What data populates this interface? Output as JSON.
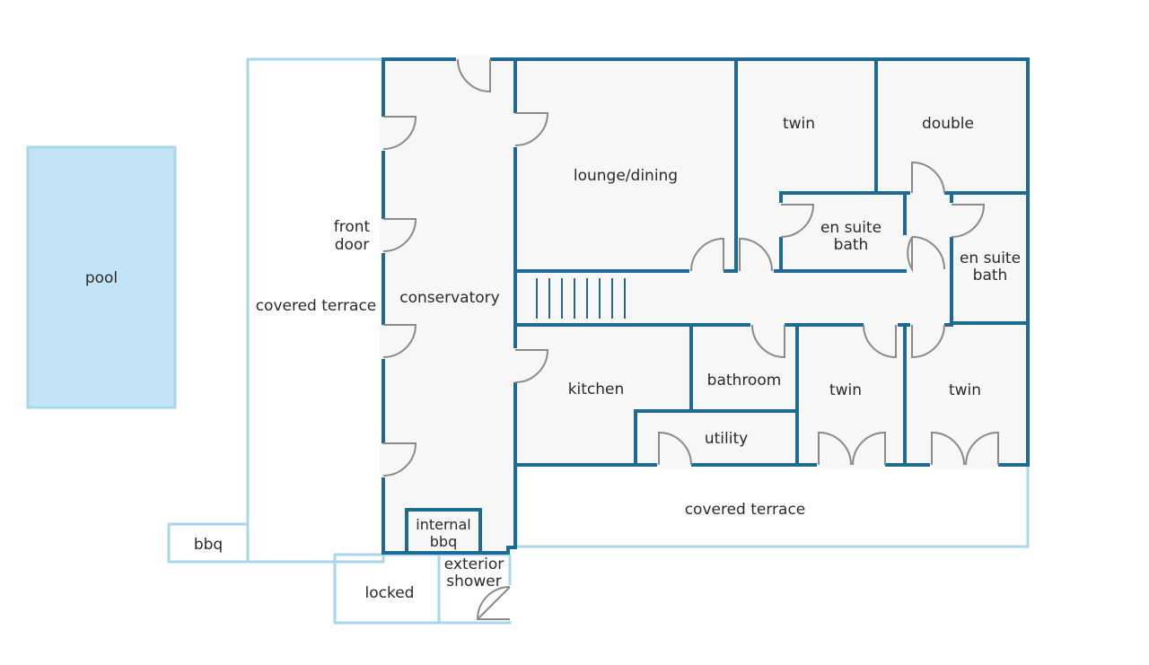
{
  "labels": {
    "pool": "pool",
    "covered_terrace_west": "covered terrace",
    "front_door_line1": "front",
    "front_door_line2": "door",
    "conservatory": "conservatory",
    "lounge_dining": "lounge/dining",
    "twin_north": "twin",
    "double": "double",
    "en_suite_1_line1": "en suite",
    "en_suite_1_line2": "bath",
    "en_suite_2_line1": "en suite",
    "en_suite_2_line2": "bath",
    "kitchen": "kitchen",
    "bathroom": "bathroom",
    "twin_south_1": "twin",
    "twin_south_2": "twin",
    "utility": "utility",
    "covered_terrace_south": "covered terrace",
    "internal_bbq_line1": "internal",
    "internal_bbq_line2": "bbq",
    "bbq": "bbq",
    "locked": "locked",
    "exterior_shower_line1": "exterior",
    "exterior_shower_line2": "shower"
  },
  "colors": {
    "wall": "#1f6a92",
    "light_outline": "#a9d6ea",
    "pool_fill": "#c3e4f6",
    "floor_fill": "#f7f7f7",
    "door_arc": "#8a8a8a"
  }
}
